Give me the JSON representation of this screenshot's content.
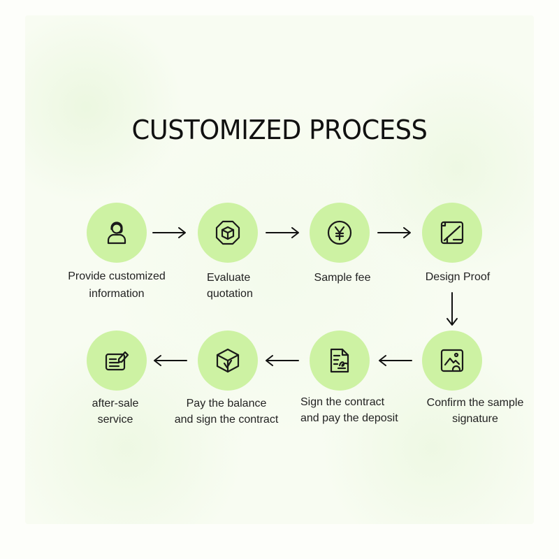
{
  "title": "CUSTOMIZED PROCESS",
  "colors": {
    "circle_fill": "#cdf2a3",
    "icon_stroke": "#1a1a1a",
    "background": "#f8fcf2"
  },
  "steps": [
    {
      "icon": "headset-user-icon",
      "lines": [
        "Provide customized",
        "information"
      ]
    },
    {
      "icon": "cube-box-icon",
      "lines": [
        "Evaluate",
        "quotation"
      ]
    },
    {
      "icon": "yen-coin-icon",
      "lines": [
        "Sample fee"
      ]
    },
    {
      "icon": "design-frame-icon",
      "lines": [
        "Design Proof"
      ]
    },
    {
      "icon": "image-check-icon",
      "lines": [
        "Confirm the sample",
        "signature"
      ]
    },
    {
      "icon": "contract-sign-icon",
      "lines": [
        "Sign the contract",
        "and pay the deposit"
      ]
    },
    {
      "icon": "package-check-icon",
      "lines": [
        "Pay the balance",
        "and sign the contract"
      ]
    },
    {
      "icon": "after-sale-edit-icon",
      "lines": [
        "after-sale",
        "service"
      ]
    }
  ]
}
